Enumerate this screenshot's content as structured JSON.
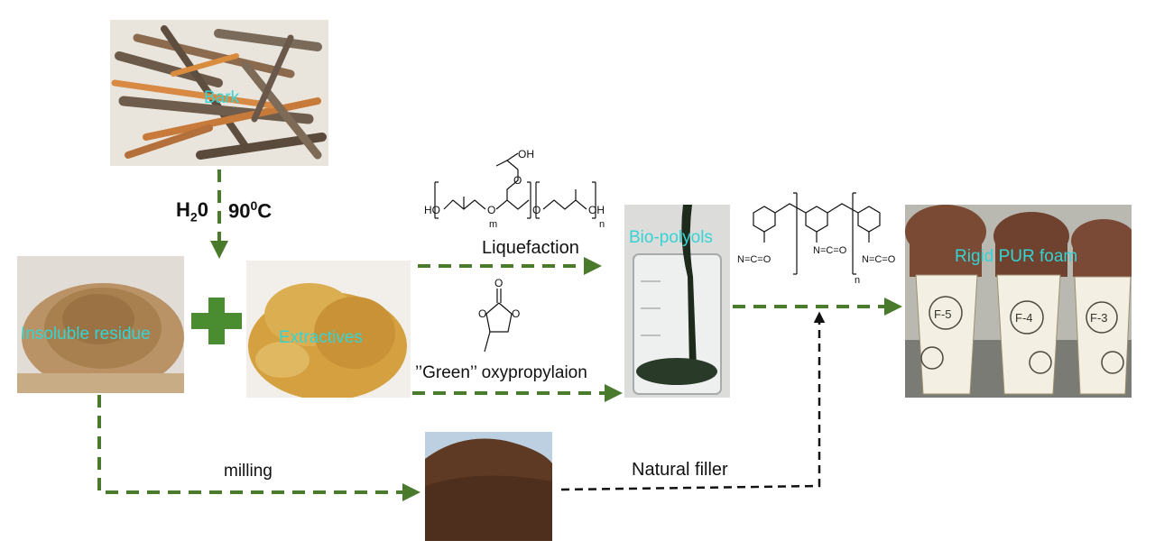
{
  "nodes": {
    "bark": "Bark",
    "insoluble": "Insoluble residue",
    "extractives": "Extractives",
    "biopolyols": "Bio-polyols",
    "foam": "Rigid PUR foam"
  },
  "conditions": {
    "water": "H",
    "water_sub": "2",
    "water_o": "0",
    "temp": "90",
    "temp_sup": "0",
    "temp_unit": "C"
  },
  "steps": {
    "liquefaction": "Liquefaction",
    "oxypropylation": "’’Green’’ oxypropylaion",
    "milling": "milling",
    "filler": "Natural filler"
  },
  "chem_labels": {
    "oh": "OH",
    "ho": "HO",
    "o": "O",
    "m": "m",
    "n": "n",
    "nco": "N=C=O"
  },
  "cup_labels": [
    "F-5",
    "F-4",
    "F-3"
  ],
  "colors": {
    "process_arrow": "#4a7a2c",
    "filler_arrow": "#111111",
    "label_cyan": "#35d4d4",
    "plus": "#4a8c30"
  }
}
